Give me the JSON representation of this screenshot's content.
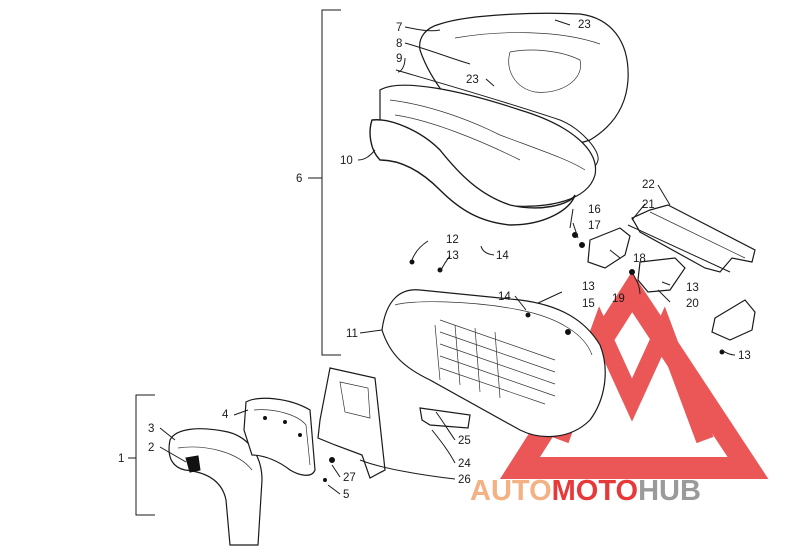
{
  "diagram": {
    "callouts": [
      {
        "id": "1",
        "label": "1"
      },
      {
        "id": "2",
        "label": "2"
      },
      {
        "id": "3",
        "label": "3"
      },
      {
        "id": "4",
        "label": "4"
      },
      {
        "id": "5",
        "label": "5"
      },
      {
        "id": "6",
        "label": "6"
      },
      {
        "id": "7",
        "label": "7"
      },
      {
        "id": "8",
        "label": "8"
      },
      {
        "id": "9",
        "label": "9"
      },
      {
        "id": "10",
        "label": "10"
      },
      {
        "id": "11",
        "label": "11"
      },
      {
        "id": "12",
        "label": "12"
      },
      {
        "id": "13a",
        "label": "13"
      },
      {
        "id": "13b",
        "label": "13"
      },
      {
        "id": "13c",
        "label": "13"
      },
      {
        "id": "13d",
        "label": "13"
      },
      {
        "id": "14a",
        "label": "14"
      },
      {
        "id": "14b",
        "label": "14"
      },
      {
        "id": "15",
        "label": "15"
      },
      {
        "id": "16",
        "label": "16"
      },
      {
        "id": "17",
        "label": "17"
      },
      {
        "id": "18",
        "label": "18"
      },
      {
        "id": "19",
        "label": "19"
      },
      {
        "id": "20",
        "label": "20"
      },
      {
        "id": "21",
        "label": "21"
      },
      {
        "id": "22",
        "label": "22"
      },
      {
        "id": "23a",
        "label": "23"
      },
      {
        "id": "23b",
        "label": "23"
      },
      {
        "id": "24",
        "label": "24"
      },
      {
        "id": "25",
        "label": "25"
      },
      {
        "id": "26",
        "label": "26"
      },
      {
        "id": "27",
        "label": "27"
      }
    ]
  },
  "watermark": {
    "word_part1": "AUTO",
    "word_part2": "MOTO",
    "word_part3": "HUB",
    "color_orange": "#f4b183",
    "color_red": "#e8393a",
    "color_gray": "#9a9a9a"
  }
}
